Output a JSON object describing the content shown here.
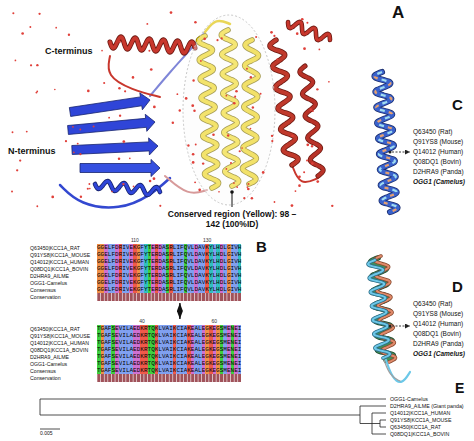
{
  "diagram": {
    "nodes": [
      {
        "text": [
          "110",
          "130",
          "Q63450|KCC1A_RAT",
          "GGELFDRIVEKGFYTERDASRLIFQVLDAVKYLHDLGIVH",
          "Q91YS8|KCC1A_MOUSE",
          "GGELFDRIVEKGFYTERDASRLIFQVLDAVKYLHDLGIVH",
          "Q14012|KCC1A_HUMAN",
          "GGELFDRIVEKGFYTERDASRLIFQVLDAVKYLHDLGIVH",
          "Q08DQ1|KCC1A_BOVIN",
          "GGELFDRIVEKGFYTERDASRLIFQVLDAVKYLHDLGIVH",
          "D2HRA9_AILME",
          "GGELFDRIVEKGFYTERDASRLIFQVLDAVKYLHDLGIVH",
          "OGG1-Camelus",
          "GGELFDRIVEKGFYTERDASRLIFQVLDAVKYLHDLGIVH",
          "Consensus",
          "GGELFDRIVEKGFYTERDASRLIFQVLDAVKYLHDLGIVH",
          "Conservation"
        ]
      },
      {
        "text": [
          "40",
          "60",
          "Q63450|KCC1A_RAT",
          "TGAFSEVILAEDKRTQKLVAIKCIAKEALEGKEGSMENEI",
          "Q91YS8|KCC1A_MOUSE",
          "TGAFSEVILAEDKRTQKLVAIKCIAKEALEGKEGSMENEI",
          "Q14012|KCC1A_HUMAN",
          "TGAFSEVILAEDKRTQKLVAIKCIAKEALEGKEGSMENEI",
          "Q08DQ1|KCC1A_BOVIN",
          "TGAFSEVILAEDKRTQKLVAIKCIAKEALEGKEGSMENEI",
          "D2HRA9_AILME",
          "TGAFSEVILAEDKRTQKLVAIKCIAKEALEGKEGSMENEI",
          "OGG1-Camelus",
          "TGAFSEVILAEDKRTQKLVAIKCIAKEALEGKEGSMENEI",
          "Consensus",
          "TGAFSEVILAEDKRTQKLVAIKCIAKEALEGKEGSMENEI",
          "Conservation"
        ]
      }
    ],
    "edges": [
      {
        "from": 0,
        "to": 1,
        "arrow": "both"
      }
    ],
    "labels": [
      "A",
      "C-terminus",
      "N-terminus",
      "Conserved region (Yellow): 98 – 142 (100%ID)",
      "B",
      "C",
      "Q63450 (Rat)",
      "Q91YS8 (Mouse)",
      "Q14012 (Human)",
      "Q08DQ1 (Bovin)",
      "D2HRA9 (Panda)",
      "OGG1 (Camelus)",
      "D",
      "Q63450 (Rat)",
      "Q91YS8 (Mouse)",
      "Q14012 (Human)",
      "Q08DQ1 (Bovin)",
      "D2HRA9 (Panda)",
      "OGG1 (Camelus)",
      "E",
      "OGG1-Camelus",
      "D2HRA9_AILME (Giant panda)",
      "Q14012|KCC1A_HUMAN",
      "Q91YS8|KCC1A_MOUSE",
      "Q63450|KCC1A_RAT",
      "Q08DQ1|KCC1A_BOVIN",
      "0.005"
    ]
  }
}
